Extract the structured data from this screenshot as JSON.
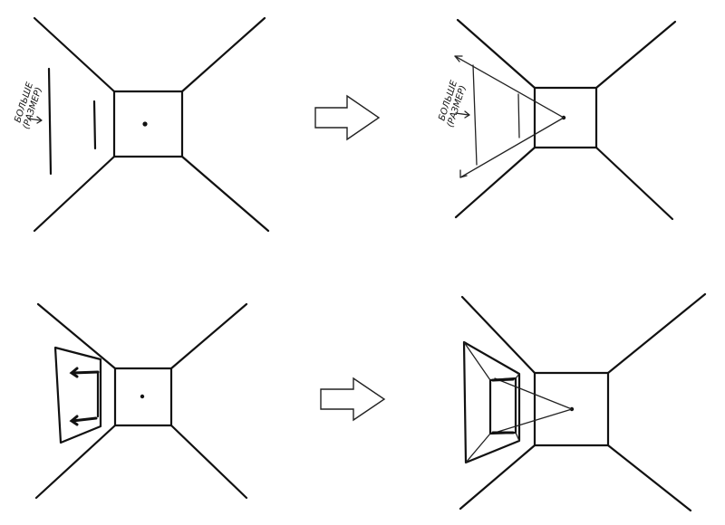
{
  "panels": {
    "top_left": {
      "note_line1": "БОЛЬШЕ",
      "note_line2": "(РАЗМЕР)"
    },
    "top_right": {
      "note_line1": "БОЛЬШЕ",
      "note_line2": "(РАЗМЕР)"
    }
  },
  "colors": {
    "ink": "#111111",
    "paper": "#ffffff"
  }
}
